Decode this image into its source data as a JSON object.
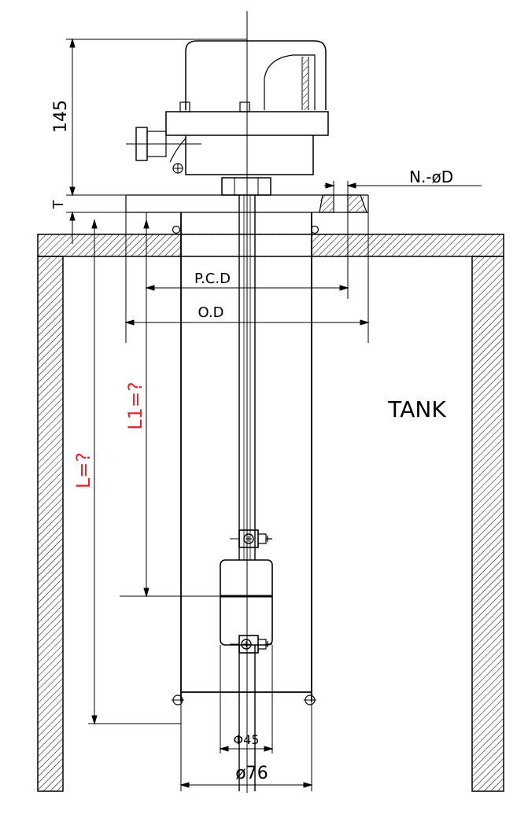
{
  "labels": {
    "height_145": "145",
    "thickness": "T",
    "bolt_holes": "N.-øD",
    "pcd": "P.C.D",
    "od": "O.D",
    "tank": "TANK",
    "l1": "L1=?",
    "l": "L=?",
    "d45": "Φ45",
    "d76": "ø76"
  },
  "colors": {
    "line": "#000000",
    "highlight": "#e8262a"
  }
}
